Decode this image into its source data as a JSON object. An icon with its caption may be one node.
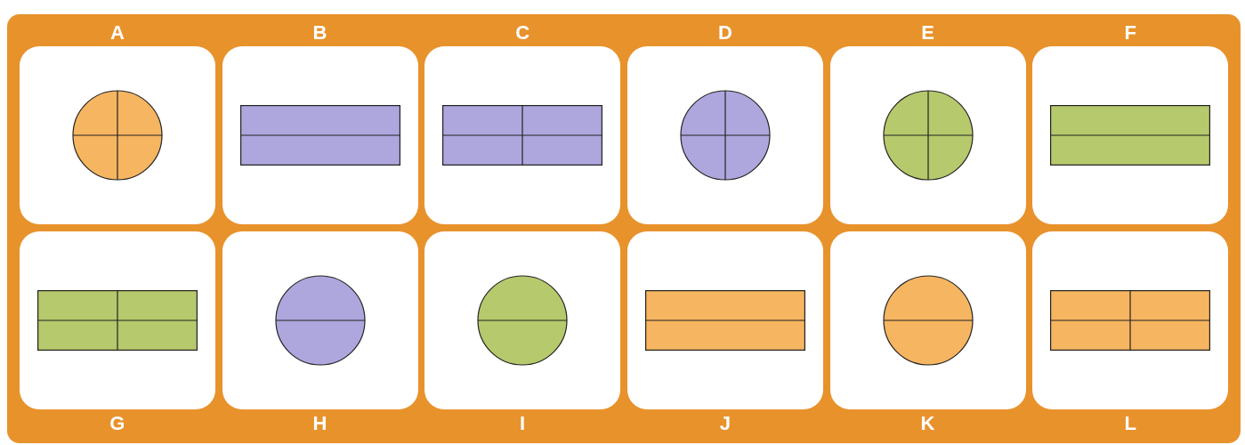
{
  "diagram": {
    "nodes": [
      {
        "text": [],
        "shape": "box",
        "beside": [
          "A"
        ]
      },
      {
        "text": [],
        "shape": "box",
        "beside": [
          "B"
        ]
      },
      {
        "text": [],
        "shape": "box",
        "beside": [
          "C"
        ]
      },
      {
        "text": [],
        "shape": "box",
        "beside": [
          "D"
        ]
      },
      {
        "text": [],
        "shape": "box",
        "beside": [
          "E"
        ]
      },
      {
        "text": [],
        "shape": "box",
        "beside": [
          "F"
        ]
      },
      {
        "text": [],
        "shape": "box",
        "beside": [
          "G"
        ]
      },
      {
        "text": [],
        "shape": "box",
        "beside": [
          "H"
        ]
      },
      {
        "text": [],
        "shape": "box",
        "beside": [
          "I"
        ]
      },
      {
        "text": [],
        "shape": "box",
        "beside": [
          "J"
        ]
      },
      {
        "text": [],
        "shape": "box",
        "beside": [
          "K"
        ]
      },
      {
        "text": [],
        "shape": "box",
        "beside": [
          "L"
        ]
      },
      {
        "text": [],
        "shape": "circle",
        "in": 0
      },
      {
        "text": [],
        "shape": "box",
        "in": 1
      },
      {
        "text": [],
        "shape": "box",
        "in": 2
      },
      {
        "text": [],
        "shape": "circle",
        "in": 3
      },
      {
        "text": [],
        "shape": "circle",
        "in": 4
      },
      {
        "text": [],
        "shape": "box",
        "in": 5
      },
      {
        "text": [],
        "shape": "box",
        "in": 6
      },
      {
        "text": [],
        "shape": "circle",
        "in": 7
      },
      {
        "text": [],
        "shape": "circle",
        "in": 8
      },
      {
        "text": [],
        "shape": "box",
        "in": 9
      },
      {
        "text": [],
        "shape": "circle",
        "in": 10
      },
      {
        "text": [],
        "shape": "box",
        "in": 11
      }
    ],
    "edges": []
  }
}
